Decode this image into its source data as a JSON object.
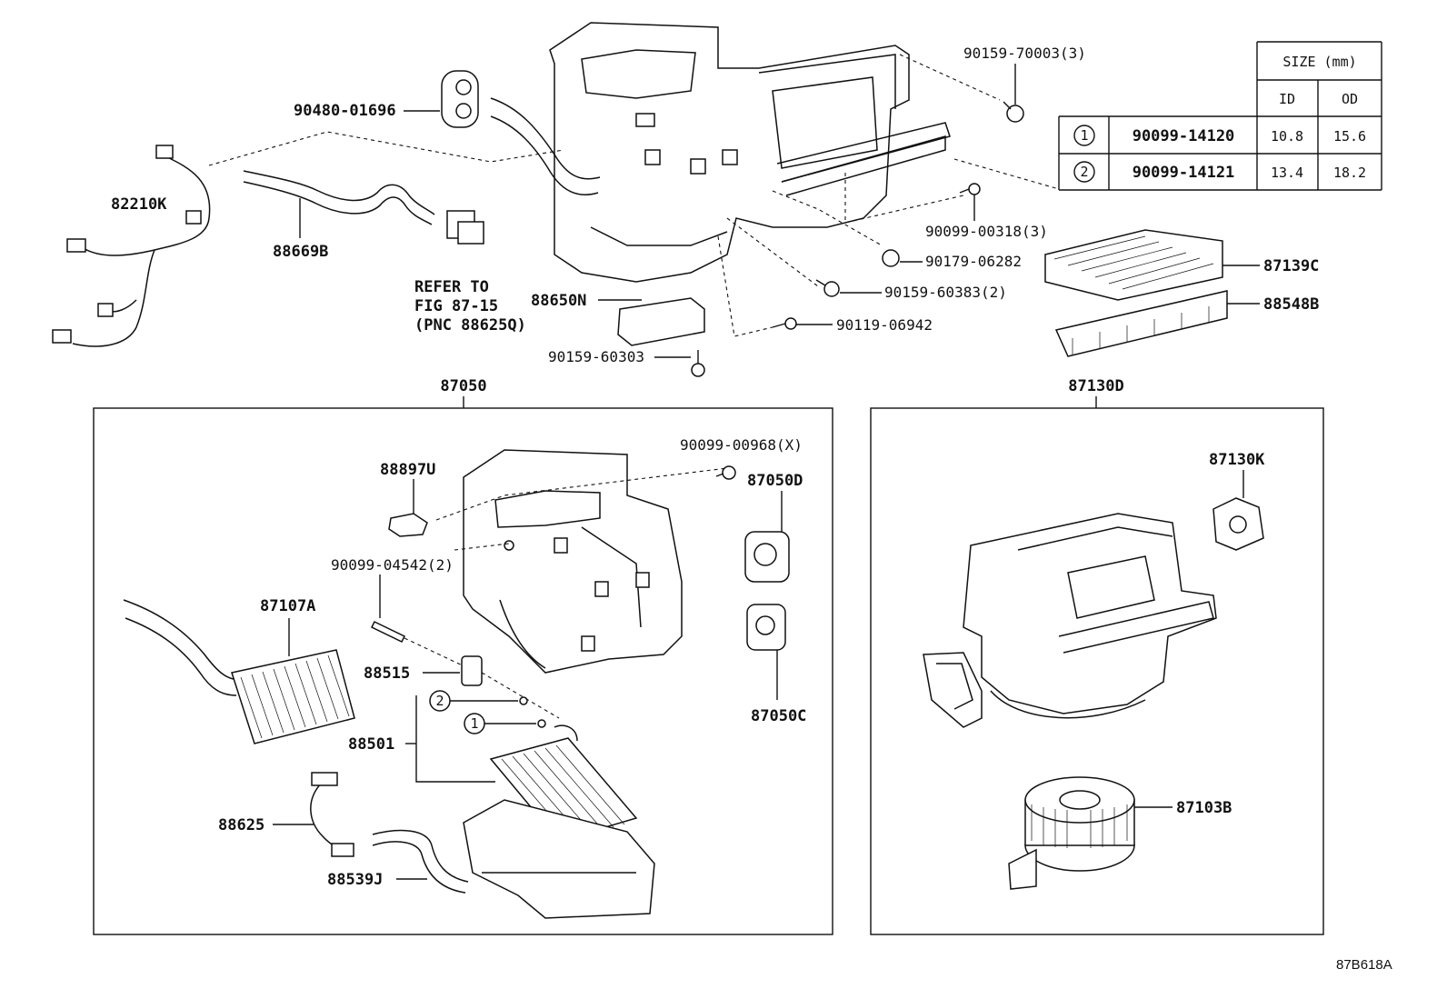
{
  "figure_id": "87B618A",
  "size_table": {
    "title": "SIZE (mm)",
    "col_id": "ID",
    "col_od": "OD",
    "rows": [
      {
        "mark": "1",
        "part": "90099-14120",
        "id": "10.8",
        "od": "15.6"
      },
      {
        "mark": "2",
        "part": "90099-14121",
        "id": "13.4",
        "od": "18.2"
      }
    ]
  },
  "labels": {
    "p90480_01696": "90480-01696",
    "p82210K": "82210K",
    "p88669B": "88669B",
    "refer": "REFER TO",
    "fig": "FIG 87-15",
    "pnc": "(PNC 88625Q)",
    "p88650N": "88650N",
    "p90159_60303": "90159-60303",
    "p90159_70003": "90159-70003(3)",
    "p90099_00318": "90099-00318(3)",
    "p90179_06282": "90179-06282",
    "p90159_60383": "90159-60383(2)",
    "p90119_06942": "90119-06942",
    "p87139C": "87139C",
    "p88548B": "88548B",
    "p87050": "87050",
    "p87130D": "87130D",
    "p90099_00968": "90099-00968(X)",
    "p88897U": "88897U",
    "p87050D": "87050D",
    "p90099_04542": "90099-04542(2)",
    "p87107A": "87107A",
    "p88515": "88515",
    "p88501": "88501",
    "p87050C": "87050C",
    "p88625": "88625",
    "p88539J": "88539J",
    "p87130K": "87130K",
    "p87103B": "87103B",
    "circle1": "1",
    "circle2": "2"
  }
}
